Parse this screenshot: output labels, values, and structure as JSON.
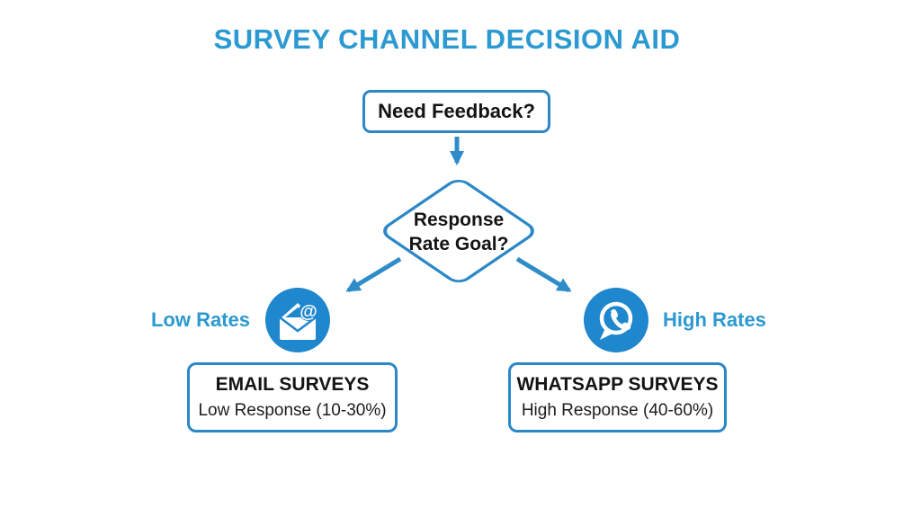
{
  "title": "SURVEY CHANNEL DECISION AID",
  "flow": {
    "start": {
      "label": "Need Feedback?"
    },
    "decision": {
      "line1": "Response",
      "line2": "Rate Goal?"
    },
    "left_branch": {
      "condition_label": "Low Rates",
      "icon": "email-envelope-at-icon",
      "at_symbol": "@",
      "result_title": "EMAIL SURVEYS",
      "result_detail": "Low Response (10-30%)"
    },
    "right_branch": {
      "condition_label": "High Rates",
      "icon": "whatsapp-icon",
      "result_title": "WHATSAPP SURVEYS",
      "result_detail": "High Response (40-60%)"
    }
  },
  "colors": {
    "accent_text": "#2B99D2",
    "node_border": "#2C87C6",
    "arrow": "#2E8CC8",
    "icon_circle": "#1E87CD",
    "body_text": "#141414",
    "background": "#FFFFFF"
  }
}
